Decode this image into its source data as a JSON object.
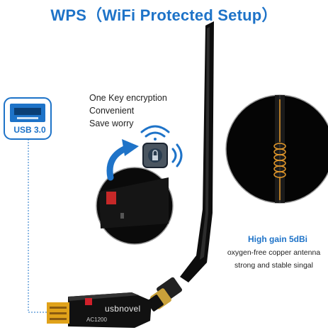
{
  "title": "WPS（WiFi Protected Setup）",
  "features": [
    "One Key encryption",
    "Convenient",
    "Save worry"
  ],
  "usb_label": "USB 3.0",
  "antenna": {
    "title": "High gain 5dBi",
    "lines": [
      "oxygen-free copper antenna",
      "strong and stable singal"
    ]
  },
  "device": {
    "brand": "usbnovel",
    "model": "AC1200"
  },
  "colors": {
    "accent": "#1e73c8",
    "device": "#111111",
    "gold": "#e0a21a",
    "coil": "#e69a2a"
  }
}
